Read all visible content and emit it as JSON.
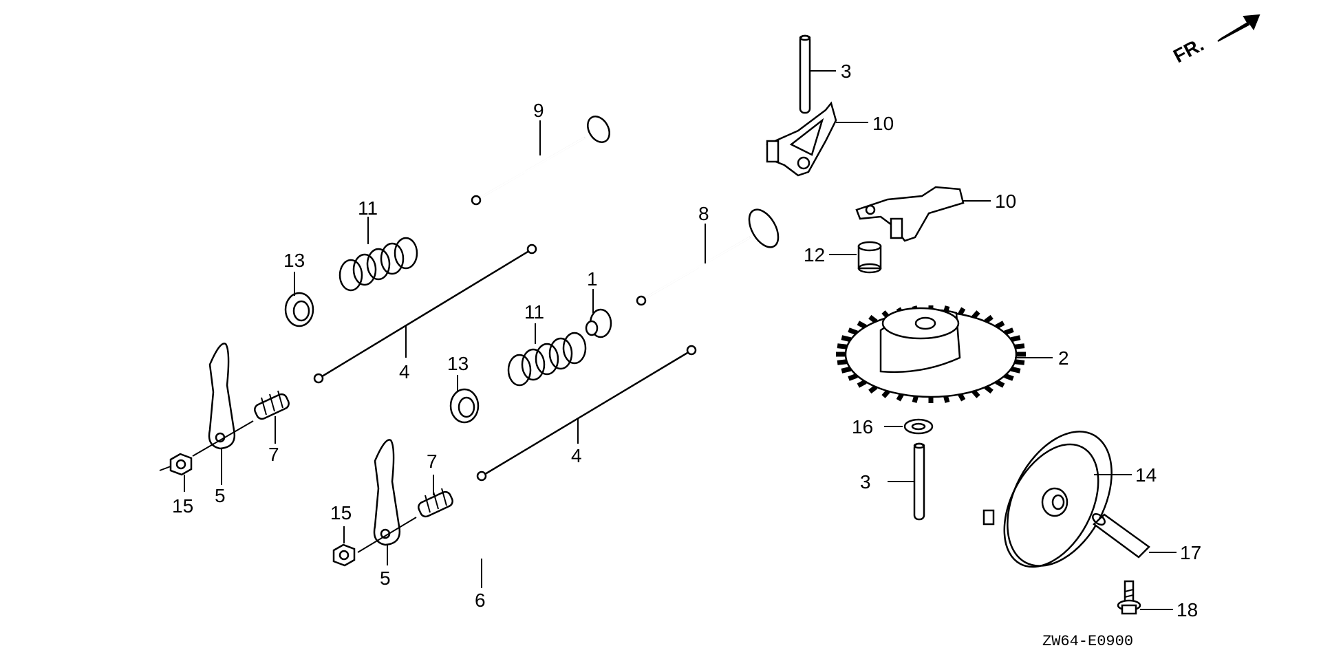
{
  "diagram": {
    "callouts": [
      {
        "id": "c3a",
        "label": "3"
      },
      {
        "id": "c10a",
        "label": "10"
      },
      {
        "id": "c9",
        "label": "9"
      },
      {
        "id": "c10b",
        "label": "10"
      },
      {
        "id": "c8",
        "label": "8"
      },
      {
        "id": "c12",
        "label": "12"
      },
      {
        "id": "c11a",
        "label": "11"
      },
      {
        "id": "c13a",
        "label": "13"
      },
      {
        "id": "c1",
        "label": "1"
      },
      {
        "id": "c11b",
        "label": "11"
      },
      {
        "id": "c4a",
        "label": "4"
      },
      {
        "id": "c13b",
        "label": "13"
      },
      {
        "id": "c2",
        "label": "2"
      },
      {
        "id": "c16",
        "label": "16"
      },
      {
        "id": "c7a",
        "label": "7"
      },
      {
        "id": "c15a",
        "label": "15"
      },
      {
        "id": "c5a",
        "label": "5"
      },
      {
        "id": "c7b",
        "label": "7"
      },
      {
        "id": "c4b",
        "label": "4"
      },
      {
        "id": "c3b",
        "label": "3"
      },
      {
        "id": "c14",
        "label": "14"
      },
      {
        "id": "c15b",
        "label": "15"
      },
      {
        "id": "c5b",
        "label": "5"
      },
      {
        "id": "c17",
        "label": "17"
      },
      {
        "id": "c6",
        "label": "6"
      },
      {
        "id": "c18",
        "label": "18"
      }
    ],
    "direction_marker": "FR.",
    "diagram_code": "ZW64-E0900"
  }
}
